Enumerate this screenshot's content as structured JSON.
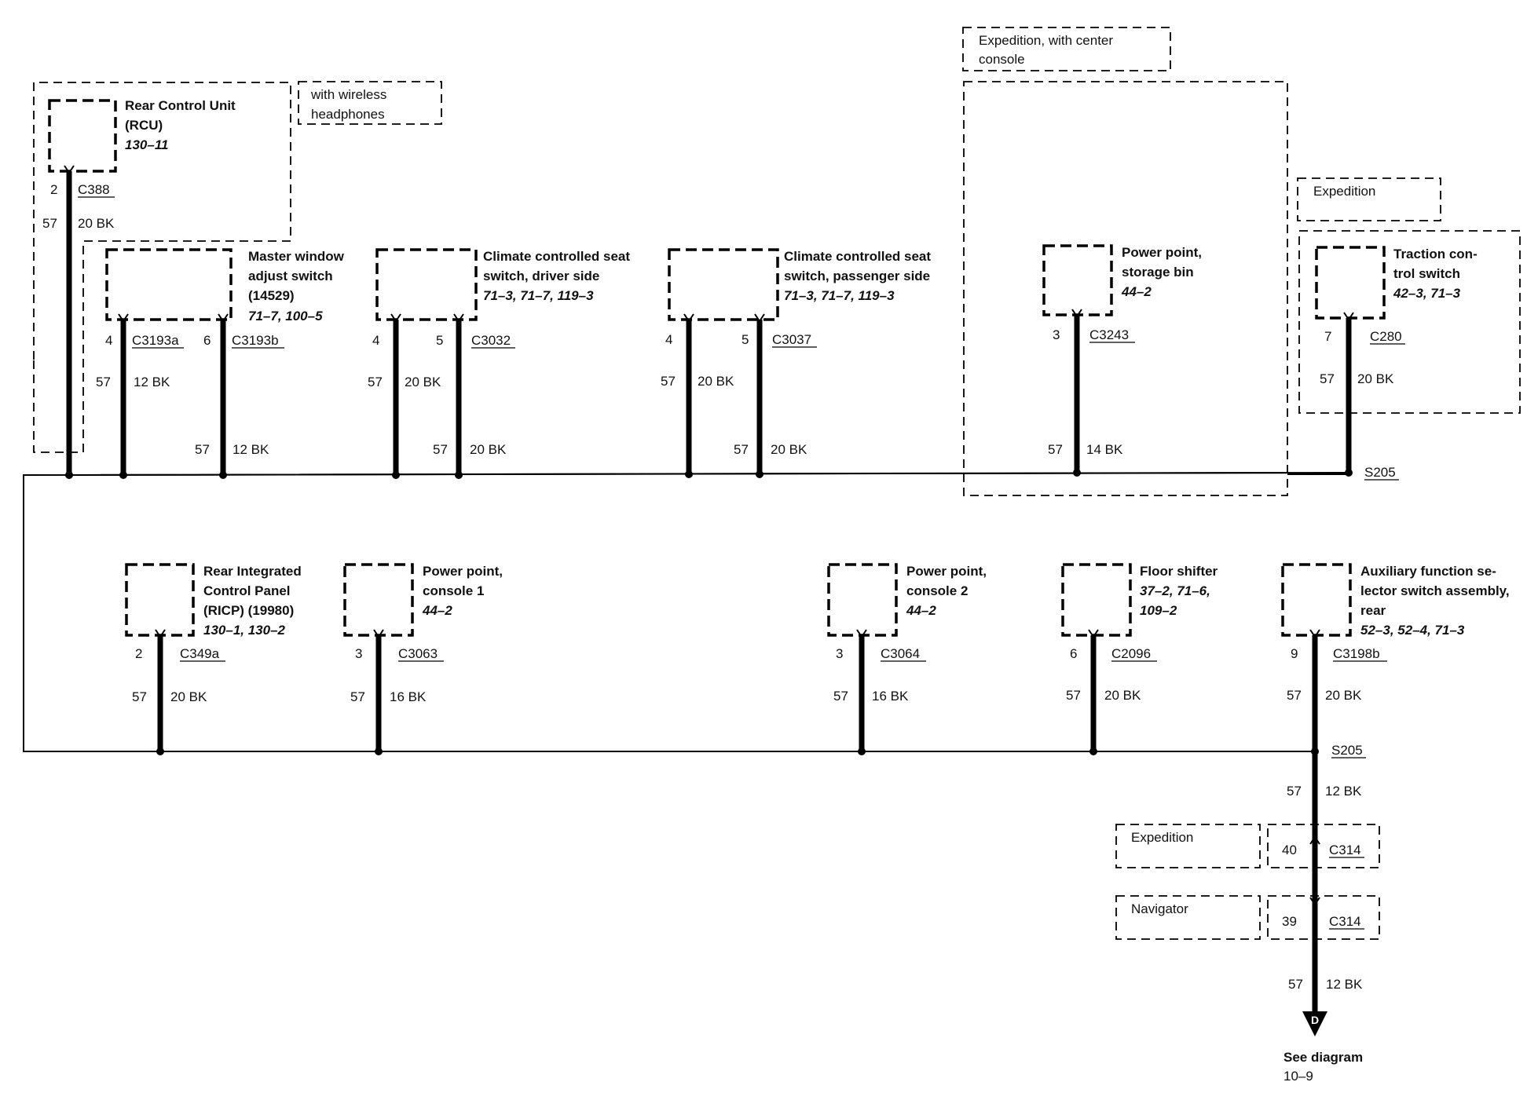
{
  "optional_boxes": {
    "wireless": "with wireless headphones",
    "exp_console": "Expedition, with center console",
    "expedition_top": "Expedition",
    "expedition_bottom": "Expedition",
    "navigator": "Navigator"
  },
  "components": {
    "rcu": {
      "name_1": "Rear Control Unit",
      "name_2": "(RCU)",
      "ref": "130–11"
    },
    "mws": {
      "name_1": "Master window",
      "name_2": "adjust switch",
      "name_3": "(14529)",
      "ref": "71–7, 100–5"
    },
    "ccs_driver": {
      "name_1": "Climate controlled seat",
      "name_2": "switch, driver side",
      "ref": "71–3, 71–7, 119–3"
    },
    "ccs_pass": {
      "name_1": "Climate controlled seat",
      "name_2": "switch, passenger side",
      "ref": "71–3, 71–7, 119–3"
    },
    "pp_bin": {
      "name_1": "Power point,",
      "name_2": "storage bin",
      "ref": "44–2"
    },
    "traction": {
      "name_1": "Traction con-",
      "name_2": "trol switch",
      "ref": "42–3, 71–3"
    },
    "ricp": {
      "name_1": "Rear Integrated",
      "name_2": "Control Panel",
      "name_3": "(RICP) (19980)",
      "ref": "130–1, 130–2"
    },
    "pp_c1": {
      "name_1": "Power point,",
      "name_2": "console 1",
      "ref": "44–2"
    },
    "pp_c2": {
      "name_1": "Power point,",
      "name_2": "console 2",
      "ref": "44–2"
    },
    "floor": {
      "name_1": "Floor shifter",
      "name_2": "37–2, 71–6,",
      "name_3": "109–2"
    },
    "aux": {
      "name_1": "Auxiliary function se-",
      "name_2": "lector switch assembly,",
      "name_3": "rear",
      "ref": "52–3, 52–4, 71–3"
    }
  },
  "connectors": {
    "rcu": {
      "pin": "2",
      "id": "C388"
    },
    "mws_a": {
      "pin": "4",
      "id": "C3193a"
    },
    "mws_b": {
      "pin": "6",
      "id": "C3193b"
    },
    "ccs_driver_a": {
      "pin": "4"
    },
    "ccs_driver_b": {
      "pin": "5",
      "id": "C3032"
    },
    "ccs_pass_a": {
      "pin": "4"
    },
    "ccs_pass_b": {
      "pin": "5",
      "id": "C3037"
    },
    "pp_bin": {
      "pin": "3",
      "id": "C3243"
    },
    "traction": {
      "pin": "7",
      "id": "C280"
    },
    "ricp": {
      "pin": "2",
      "id": "C349a"
    },
    "pp_c1": {
      "pin": "3",
      "id": "C3063"
    },
    "pp_c2": {
      "pin": "3",
      "id": "C3064"
    },
    "floor": {
      "pin": "6",
      "id": "C2096"
    },
    "aux": {
      "pin": "9",
      "id": "C3198b"
    },
    "inline_exp": {
      "pin": "40",
      "id": "C314"
    },
    "inline_nav": {
      "pin": "39",
      "id": "C314"
    }
  },
  "wires": {
    "rcu": {
      "circuit": "57",
      "gauge": "20 BK"
    },
    "mws_a": {
      "circuit": "57",
      "gauge": "12 BK"
    },
    "mws_b": {
      "circuit": "57",
      "gauge": "12 BK"
    },
    "ccs_driver_a": {
      "circuit": "57",
      "gauge": "20 BK"
    },
    "ccs_driver_b": {
      "circuit": "57",
      "gauge": "20 BK"
    },
    "ccs_pass_a": {
      "circuit": "57",
      "gauge": "20 BK"
    },
    "ccs_pass_b": {
      "circuit": "57",
      "gauge": "20 BK"
    },
    "pp_bin": {
      "circuit": "57",
      "gauge": "14 BK"
    },
    "traction": {
      "circuit": "57",
      "gauge": "20 BK"
    },
    "ricp": {
      "circuit": "57",
      "gauge": "20 BK"
    },
    "pp_c1": {
      "circuit": "57",
      "gauge": "16 BK"
    },
    "pp_c2": {
      "circuit": "57",
      "gauge": "16 BK"
    },
    "floor": {
      "circuit": "57",
      "gauge": "20 BK"
    },
    "aux": {
      "circuit": "57",
      "gauge": "20 BK"
    },
    "to_c314": {
      "circuit": "57",
      "gauge": "12 BK"
    },
    "to_d": {
      "circuit": "57",
      "gauge": "12 BK"
    }
  },
  "splices": {
    "top": "S205",
    "bottom": "S205"
  },
  "offpage": {
    "letter": "D",
    "label": "See diagram",
    "ref": "10–9"
  }
}
